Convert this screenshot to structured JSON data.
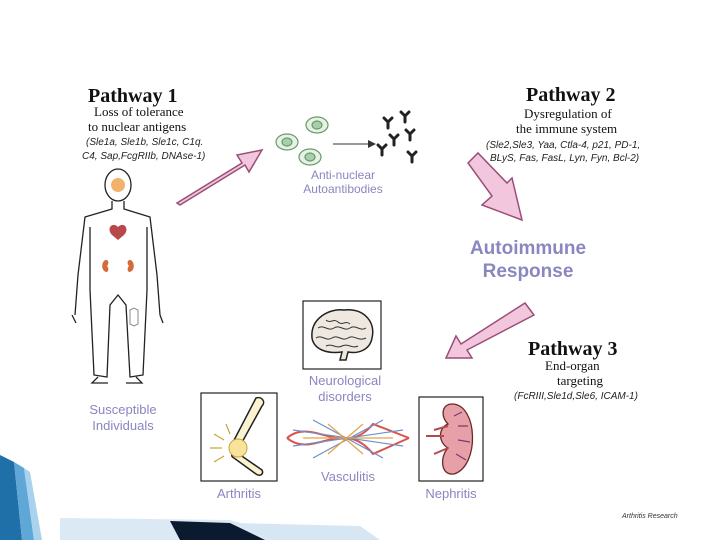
{
  "pathway1": {
    "title": "Pathway 1",
    "line1": "Loss of tolerance",
    "line2": "to nuclear antigens",
    "genes1": "(Sle1a, Sle1b, Sle1c, C1q.",
    "genes2": "C4, Sap,FcgRIIb, DNAse-1)"
  },
  "pathway2": {
    "title": "Pathway 2",
    "line1": "Dysregulation of",
    "line2": "the immune system",
    "genes1": "(Sle2,Sle3, Yaa, Ctla-4, p21, PD-1,",
    "genes2": "BLyS, Fas, FasL, Lyn, Fyn, Bcl-2)"
  },
  "pathway3": {
    "title": "Pathway 3",
    "line1": "End-organ",
    "line2": "targeting",
    "genes": "(FcRIII,Sle1d,Sle6, ICAM-1)"
  },
  "antinuclear": {
    "line1": "Anti-nuclear",
    "line2": "Autoantibodies"
  },
  "response": {
    "line1": "Autoimmune",
    "line2": "Response"
  },
  "susceptible": {
    "line1": "Susceptible",
    "line2": "Individuals"
  },
  "neuro": {
    "line1": "Neurological",
    "line2": "disorders"
  },
  "organs": {
    "arthritis": "Arthritis",
    "vasculitis": "Vasculitis",
    "nephritis": "Nephritis"
  },
  "credit": "Arthritis Research",
  "colors": {
    "arrow_fill": "#f2c6dc",
    "arrow_stroke": "#9a4d78",
    "label": "#8a86c0",
    "bar": "#1f6fa8"
  }
}
